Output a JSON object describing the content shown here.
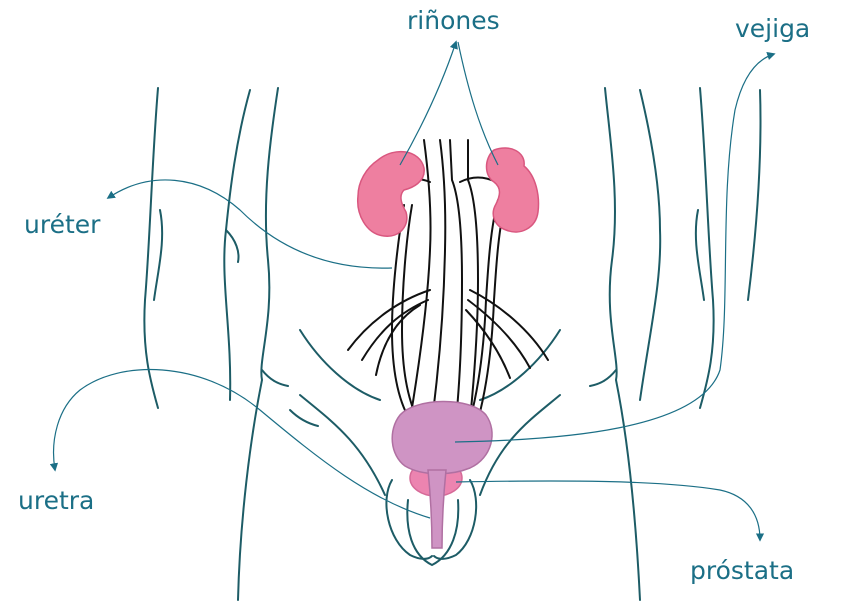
{
  "labels": {
    "kidneys": "riñones",
    "bladder": "vejiga",
    "ureter": "uréter",
    "urethra": "uretra",
    "prostate": "próstata"
  },
  "colors": {
    "label_text": "#1b6f86",
    "body_outline": "#1d5c66",
    "vessels": "#111111",
    "kidney_fill": "#ee7fa0",
    "bladder_fill": "#cf94c4",
    "prostate_fill": "#ec84b0"
  }
}
